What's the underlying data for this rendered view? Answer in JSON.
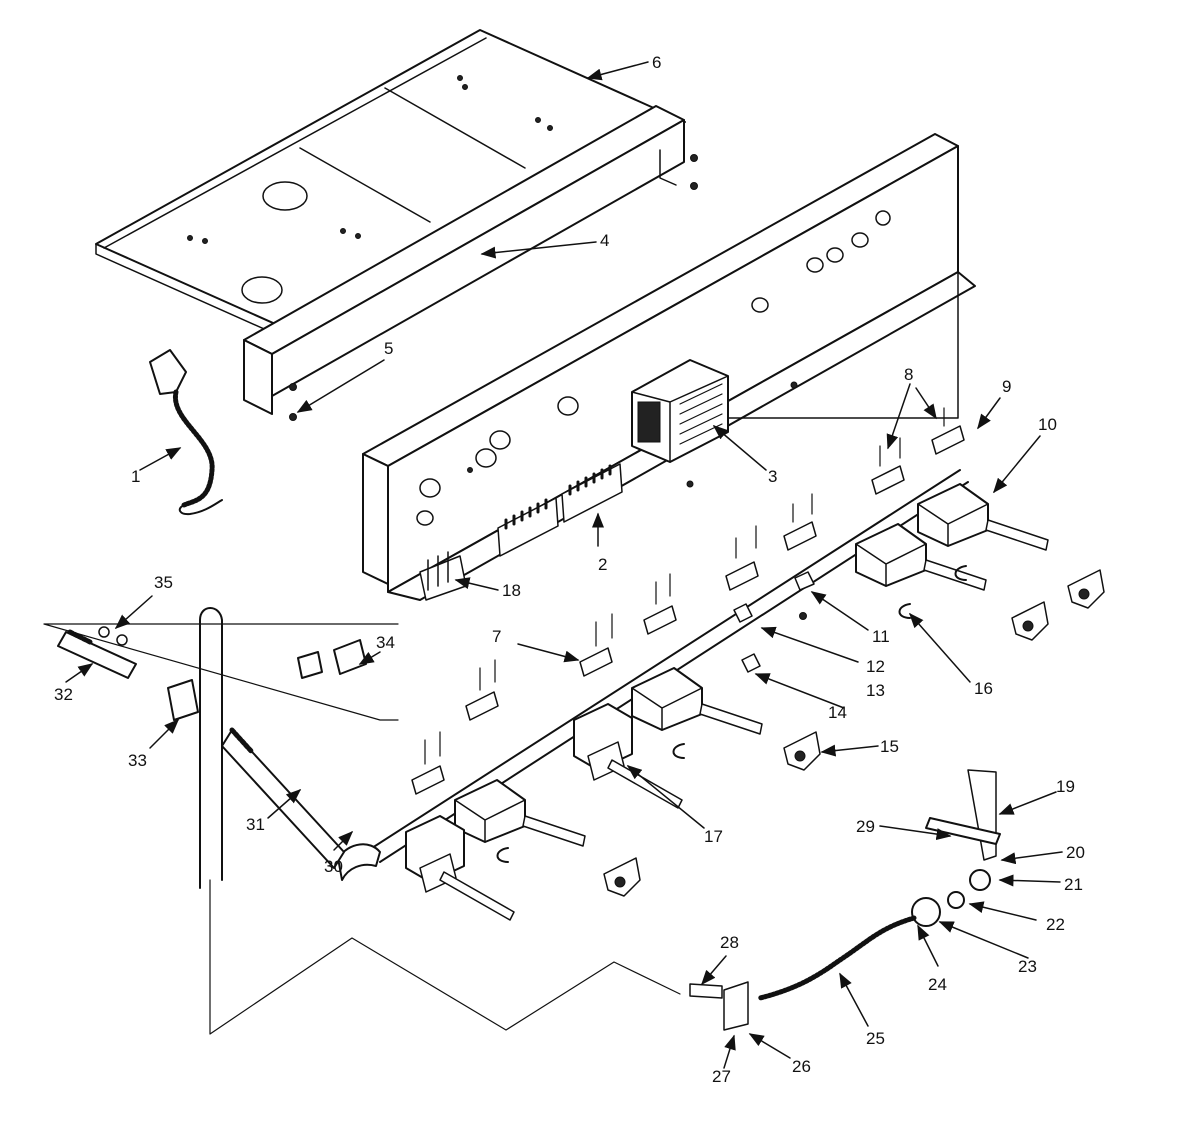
{
  "callouts": [
    {
      "number": "1"
    },
    {
      "number": "2"
    },
    {
      "number": "3"
    },
    {
      "number": "4"
    },
    {
      "number": "5"
    },
    {
      "number": "6"
    },
    {
      "number": "7"
    },
    {
      "number": "8"
    },
    {
      "number": "9"
    },
    {
      "number": "10"
    },
    {
      "number": "11"
    },
    {
      "number": "12"
    },
    {
      "number": "13"
    },
    {
      "number": "14"
    },
    {
      "number": "15"
    },
    {
      "number": "16"
    },
    {
      "number": "17"
    },
    {
      "number": "18"
    },
    {
      "number": "19"
    },
    {
      "number": "20"
    },
    {
      "number": "21"
    },
    {
      "number": "22"
    },
    {
      "number": "23"
    },
    {
      "number": "24"
    },
    {
      "number": "25"
    },
    {
      "number": "26"
    },
    {
      "number": "27"
    },
    {
      "number": "28"
    },
    {
      "number": "29"
    },
    {
      "number": "30"
    },
    {
      "number": "31"
    },
    {
      "number": "32"
    },
    {
      "number": "33"
    },
    {
      "number": "34"
    },
    {
      "number": "35"
    }
  ]
}
